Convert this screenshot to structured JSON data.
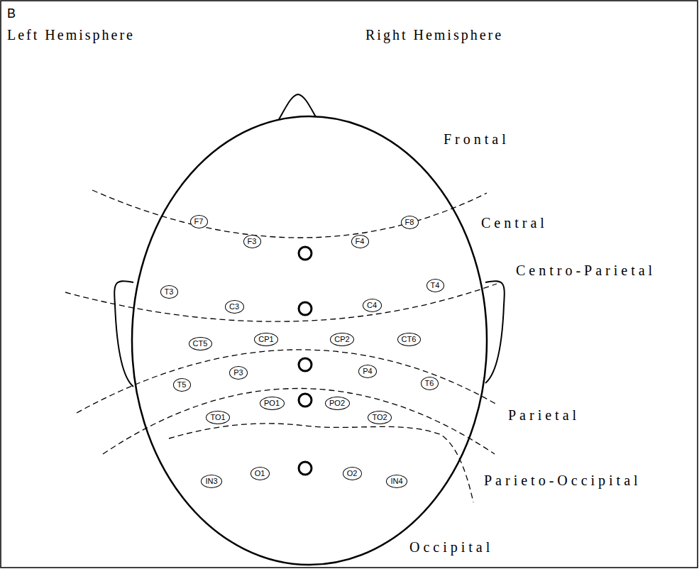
{
  "diagram": {
    "nodes": [
      {
        "text": [
          "F7"
        ]
      },
      {
        "text": [
          "F3"
        ]
      },
      {
        "text": [
          "F4"
        ]
      },
      {
        "text": [
          "F8"
        ]
      },
      {
        "text": [
          "T3"
        ]
      },
      {
        "text": [
          "C3"
        ]
      },
      {
        "text": [
          "C4"
        ]
      },
      {
        "text": [
          "T4"
        ]
      },
      {
        "text": [
          "CT5"
        ]
      },
      {
        "text": [
          "CP1"
        ]
      },
      {
        "text": [
          "CP2"
        ]
      },
      {
        "text": [
          "CT6"
        ]
      },
      {
        "text": [
          "T5"
        ]
      },
      {
        "text": [
          "P3"
        ]
      },
      {
        "text": [
          "P4"
        ]
      },
      {
        "text": [
          "T6"
        ]
      },
      {
        "text": [
          "TO1"
        ]
      },
      {
        "text": [
          "PO1"
        ]
      },
      {
        "text": [
          "PO2"
        ]
      },
      {
        "text": [
          "TO2"
        ]
      },
      {
        "text": [
          "IN3"
        ]
      },
      {
        "text": [
          "O1"
        ]
      },
      {
        "text": [
          "O2"
        ]
      },
      {
        "text": [
          "IN4"
        ]
      }
    ],
    "labels": [
      "B",
      "Left Hemisphere",
      "Right Hemisphere",
      "Frontal",
      "Central",
      "Centro-Parietal",
      "Parietal",
      "Parieto-Occipital",
      "Occipital"
    ]
  }
}
